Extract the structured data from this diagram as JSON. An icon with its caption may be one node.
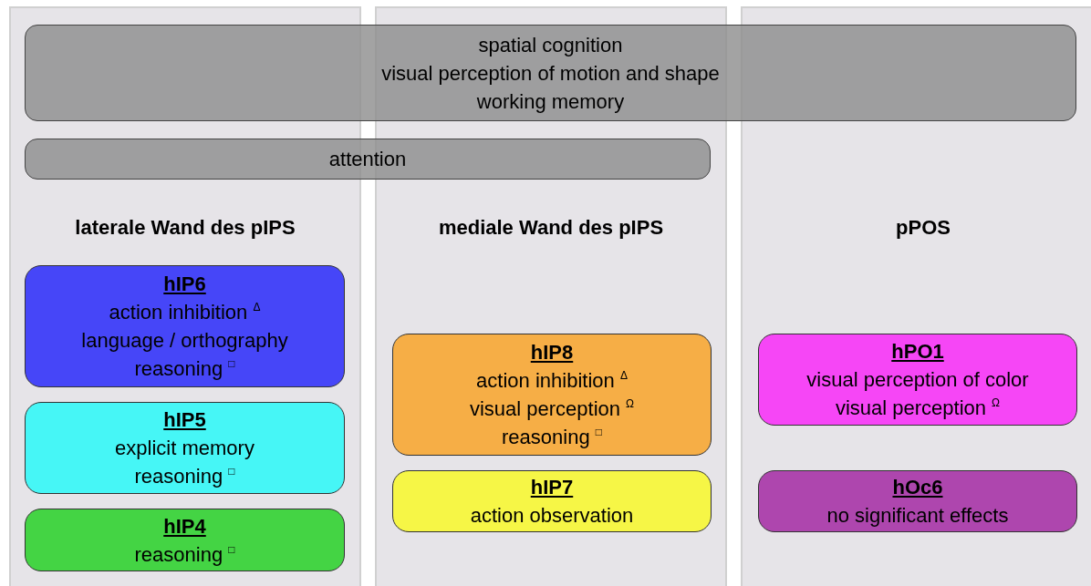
{
  "diagram": {
    "nodes": [
      {
        "text": [
          "laterale Wand des pIPS"
        ]
      },
      {
        "text": [
          "mediale Wand des pIPS"
        ]
      },
      {
        "text": [
          "pPOS"
        ]
      },
      {
        "text": [
          "spatial cognition",
          "visual perception of motion and shape",
          "working memory"
        ]
      },
      {
        "text": [
          "attention"
        ]
      },
      {
        "text": [
          "hIP6",
          "action inhibition $^{Δ}$",
          "language / orthography",
          "reasoning $^{□}$"
        ],
        "in": 0
      },
      {
        "text": [
          "hIP5",
          "explicit memory",
          "reasoning $^{□}$"
        ],
        "in": 0
      },
      {
        "text": [
          "hIP4",
          "reasoning $^{□}$"
        ],
        "in": 0
      },
      {
        "text": [
          "hIP8",
          "action inhibition $^{Δ}$",
          "visual perception $^{Ω}$",
          "reasoning $^{□}$"
        ],
        "in": 1
      },
      {
        "text": [
          "hIP7",
          "action observation"
        ],
        "in": 1
      },
      {
        "text": [
          "hPO1",
          "visual perception of color",
          "visual perception $^{Ω}$"
        ],
        "in": 2
      },
      {
        "text": [
          "hOc6",
          "no significant effects"
        ],
        "in": 2
      }
    ]
  }
}
